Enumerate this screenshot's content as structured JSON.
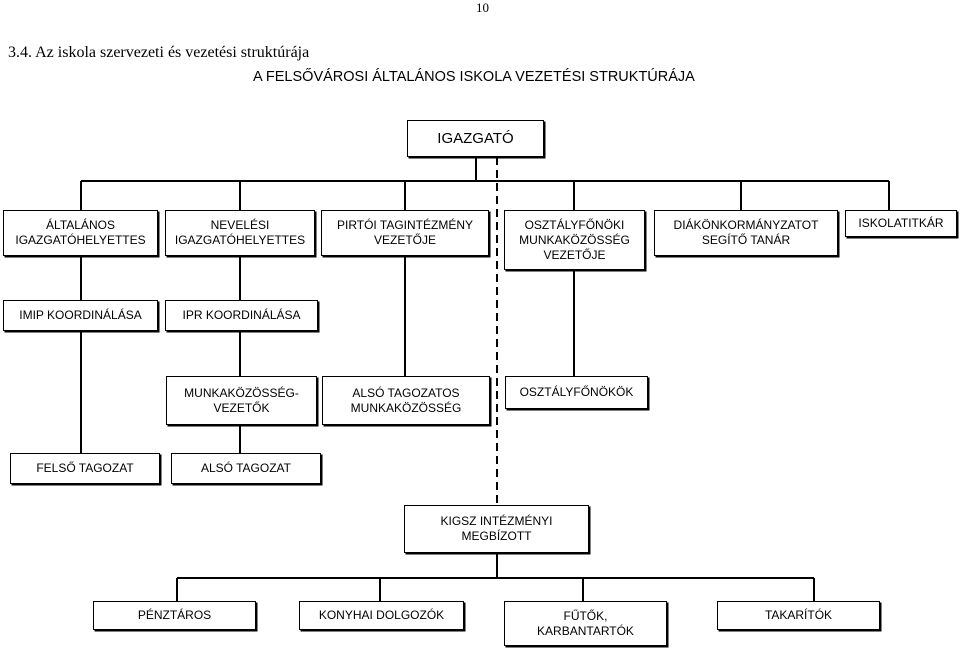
{
  "page_number": "10",
  "heading": "3.4. Az iskola szervezeti és vezetési struktúrája",
  "subtitle": "A FELSŐVÁROSI ÁLTALÁNOS ISKOLA VEZETÉSI STRUKTÚRÁJA",
  "boxes": {
    "igazgato": "IGAZGATÓ",
    "altalanos_helyettes": "ÁLTALÁNOS\nIGAZGATÓHELYETTES",
    "nevelesi_helyettes": "NEVELÉSI\nIGAZGATÓHELYETTES",
    "pirtoi": "PIRTÓI TAGINTÉZMÉNY\nVEZETŐJE",
    "osztalyfonoki": "OSZTÁLYFŐNÖKI\nMUNKAKÖZÖSSÉG\nVEZETŐJE",
    "diakonkormanyzat": "DIÁKÖNKORMÁNYZATOT\nSEGÍTŐ TANÁR",
    "iskolatitkar": "ISKOLATITKÁR",
    "imip": "IMIP KOORDINÁLÁSA",
    "ipr": "IPR KOORDINÁLÁSA",
    "munkakozosseg_vezetok": "MUNKAKÖZÖSSÉG-\nVEZETŐK",
    "also_tagozatos": "ALSÓ TAGOZATOS\nMUNKAKÖZÖSSÉG",
    "osztalyfonokok": "OSZTÁLYFŐNÖKÖK",
    "felso_tagozat": "FELSŐ TAGOZAT",
    "also_tagozat": "ALSÓ TAGOZAT",
    "kigsz": "KIGSZ INTÉZMÉNYI\nMEGBÍZOTT",
    "penztaros": "PÉNZTÁROS",
    "konyhai": "KONYHAI DOLGOZÓK",
    "futok": "FŰTŐK,\nKARBANTARTÓK",
    "takaritok": "TAKARÍTÓK"
  }
}
